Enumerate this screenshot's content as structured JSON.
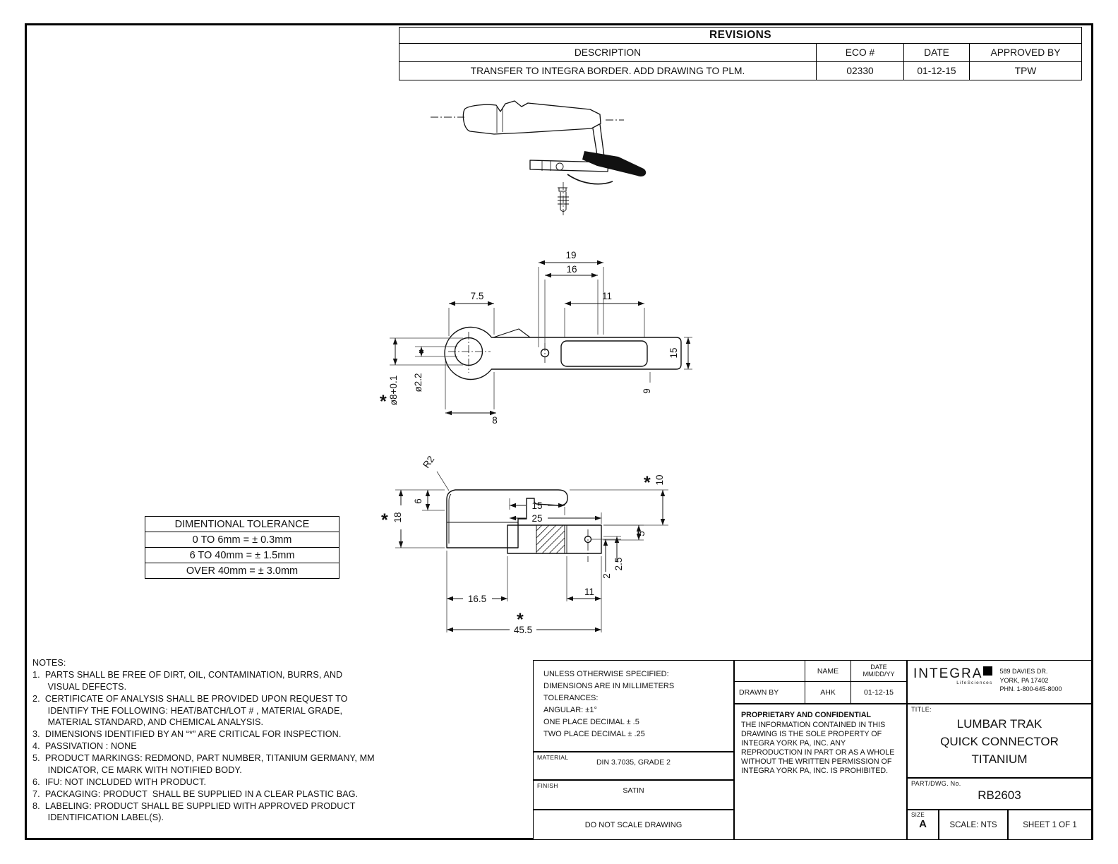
{
  "revisions": {
    "title": "REVISIONS",
    "headers": {
      "description": "DESCRIPTION",
      "eco": "ECO #",
      "date": "DATE",
      "approved": "APPROVED BY"
    },
    "row": {
      "description": "TRANSFER TO INTEGRA BORDER. ADD DRAWING TO PLM.",
      "eco": "02330",
      "date": "01-12-15",
      "approved": "TPW"
    }
  },
  "tolerance": {
    "title": "DIMENTIONAL TOLERANCE",
    "rows": [
      "0 TO 6mm = ±  0.3mm",
      "6 TO 40mm = ± 1.5mm",
      "OVER 40mm = ± 3.0mm"
    ]
  },
  "notes": {
    "title": "NOTES:",
    "items": [
      "1.  PARTS SHALL BE FREE OF DIRT, OIL, CONTAMINATION, BURRS, AND\n      VISUAL DEFECTS.",
      "2.  CERTIFICATE OF ANALYSIS SHALL BE PROVIDED UPON REQUEST TO\n      IDENTIFY THE FOLLOWING: HEAT/BATCH/LOT # , MATERIAL GRADE,\n      MATERIAL STANDARD, AND CHEMICAL ANALYSIS.",
      "3.  DIMENSIONS IDENTIFIED BY AN “*” ARE CRITICAL FOR INSPECTION.",
      "4.  PASSIVATION : NONE",
      "5.  PRODUCT MARKINGS: REDMOND, PART NUMBER, TITANIUM GERMANY, MM\n      INDICATOR, CE MARK WITH NOTIFIED BODY.",
      "6.  IFU: NOT INCLUDED WITH PRODUCT.",
      "7.  PACKAGING: PRODUCT  SHALL BE SUPPLIED IN A CLEAR PLASTIC BAG.",
      "8.  LABELING: PRODUCT SHALL BE SUPPLIED WITH APPROVED PRODUCT\n      IDENTIFICATION LABEL(S)."
    ]
  },
  "dims": {
    "critical": "*",
    "plan": {
      "w19": "19",
      "w16": "16",
      "w7_5": "7.5",
      "w11": "11",
      "h15": "15",
      "h9": "9",
      "w8": "8",
      "hole_small": "ø2.2",
      "hole_big": "ø8+0.1"
    },
    "side": {
      "r2": "R2",
      "t6": "6",
      "h18": "18",
      "w15": "15",
      "w25": "25",
      "h5": "5",
      "o2_5": "2.5",
      "o2": "2",
      "w16_5": "16.5",
      "w11": "11",
      "w45_5": "45.5",
      "h10": "10"
    }
  },
  "title_block": {
    "spec": {
      "lines": [
        "UNLESS OTHERWISE SPECIFIED:",
        "DIMENSIONS ARE IN MILLIMETERS",
        "TOLERANCES:",
        "ANGULAR: ±1°",
        "ONE PLACE DECIMAL ± .5",
        "TWO PLACE DECIMAL ± .25"
      ]
    },
    "material": {
      "label": "MATERIAL",
      "value": "DIN 3.7035, GRADE 2"
    },
    "finish": {
      "label": "FINISH",
      "value": "SATIN"
    },
    "do_not_scale": "DO NOT SCALE DRAWING",
    "sign_table": {
      "name_header": "NAME",
      "date_header_1": "DATE",
      "date_header_2": "MM/DD/YY",
      "drawn_by_label": "DRAWN BY",
      "drawn_by_name": "AHK",
      "drawn_by_date": "01-12-15"
    },
    "proprietary": {
      "title": "PROPRIETARY AND CONFIDENTIAL",
      "body": "THE INFORMATION CONTAINED IN THIS DRAWING IS THE SOLE PROPERTY OF INTEGRA YORK PA, INC.  ANY REPRODUCTION IN PART OR AS A WHOLE WITHOUT THE WRITTEN PERMISSION OF INTEGRA YORK PA, INC. IS PROHIBITED."
    },
    "company": {
      "name": "INTEGRA",
      "tagline": "LifeSciences",
      "address1": "589 DAVIES DR.",
      "address2": "YORK, PA 17402",
      "phone": "PHN. 1-800-645-8000"
    },
    "title": {
      "label": "TITLE:",
      "line1": "LUMBAR TRAK",
      "line2": "QUICK CONNECTOR",
      "line3": "TITANIUM"
    },
    "part": {
      "label": "PART/DWG. No.",
      "value": "RB2603"
    },
    "size": {
      "label": "SIZE",
      "value": "A"
    },
    "scale": "SCALE: NTS",
    "sheet": "SHEET 1 OF 1"
  }
}
